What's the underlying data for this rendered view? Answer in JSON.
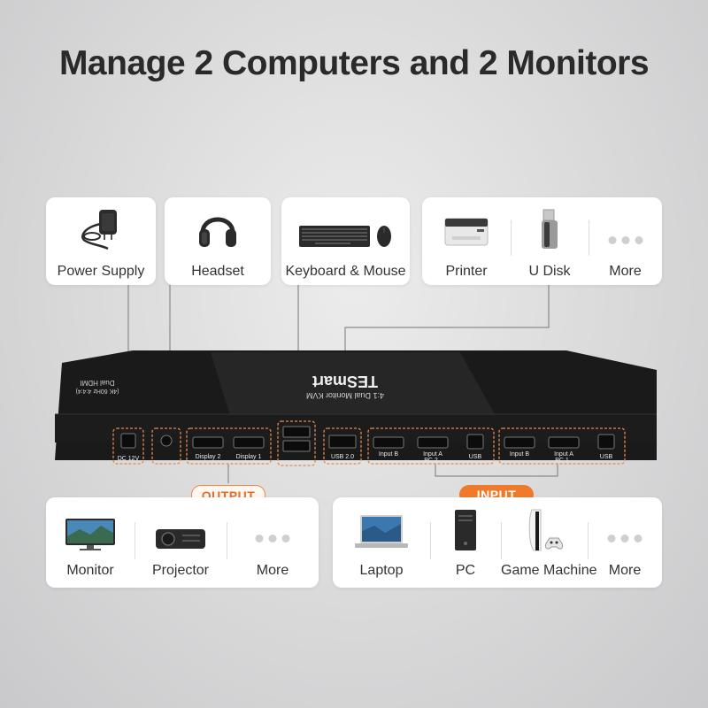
{
  "title": "Manage 2 Computers and 2 Monitors",
  "accent_color": "#f07a2c",
  "top_cards": {
    "power": {
      "label": "Power Supply",
      "icon": "power-adapter-icon"
    },
    "headset": {
      "label": "Headset",
      "icon": "headphones-icon"
    },
    "keyboard_mouse": {
      "label": "Keyboard & Mouse",
      "icon": "keyboard-mouse-icon"
    },
    "printer": {
      "label": "Printer",
      "icon": "printer-icon"
    },
    "udisk": {
      "label": "U Disk",
      "icon": "usb-drive-icon"
    },
    "more": {
      "label": "More",
      "icon": "more-dots-icon"
    }
  },
  "device": {
    "brand": "TESmart",
    "model_line1": "4:1 Dual Monitor KVM",
    "model_line2": "Dual HDMI",
    "model_line3": "(4K 60Hz 4:4:4)",
    "ports": {
      "dc": "DC 12V",
      "display2": "Display 2",
      "display1": "Display 1",
      "usb20": "USB 2.0",
      "pc2_input_b": "Input B",
      "pc2_input_a": "Input A",
      "pc2_usb": "USB",
      "pc2_label": "PC 2",
      "pc1_input_b": "Input B",
      "pc1_input_a": "Input A",
      "pc1_usb": "USB",
      "pc1_label": "PC 1"
    }
  },
  "output_label": "OUTPUT",
  "input_label": "INPUT",
  "output_items": [
    {
      "label": "Monitor",
      "icon": "monitor-icon"
    },
    {
      "label": "Projector",
      "icon": "projector-icon"
    },
    {
      "label": "More",
      "icon": "more-dots-icon"
    }
  ],
  "input_items": [
    {
      "label": "Laptop",
      "icon": "laptop-icon"
    },
    {
      "label": "PC",
      "icon": "pc-tower-icon"
    },
    {
      "label": "Game Machine",
      "icon": "game-console-icon"
    },
    {
      "label": "More",
      "icon": "more-dots-icon"
    }
  ]
}
